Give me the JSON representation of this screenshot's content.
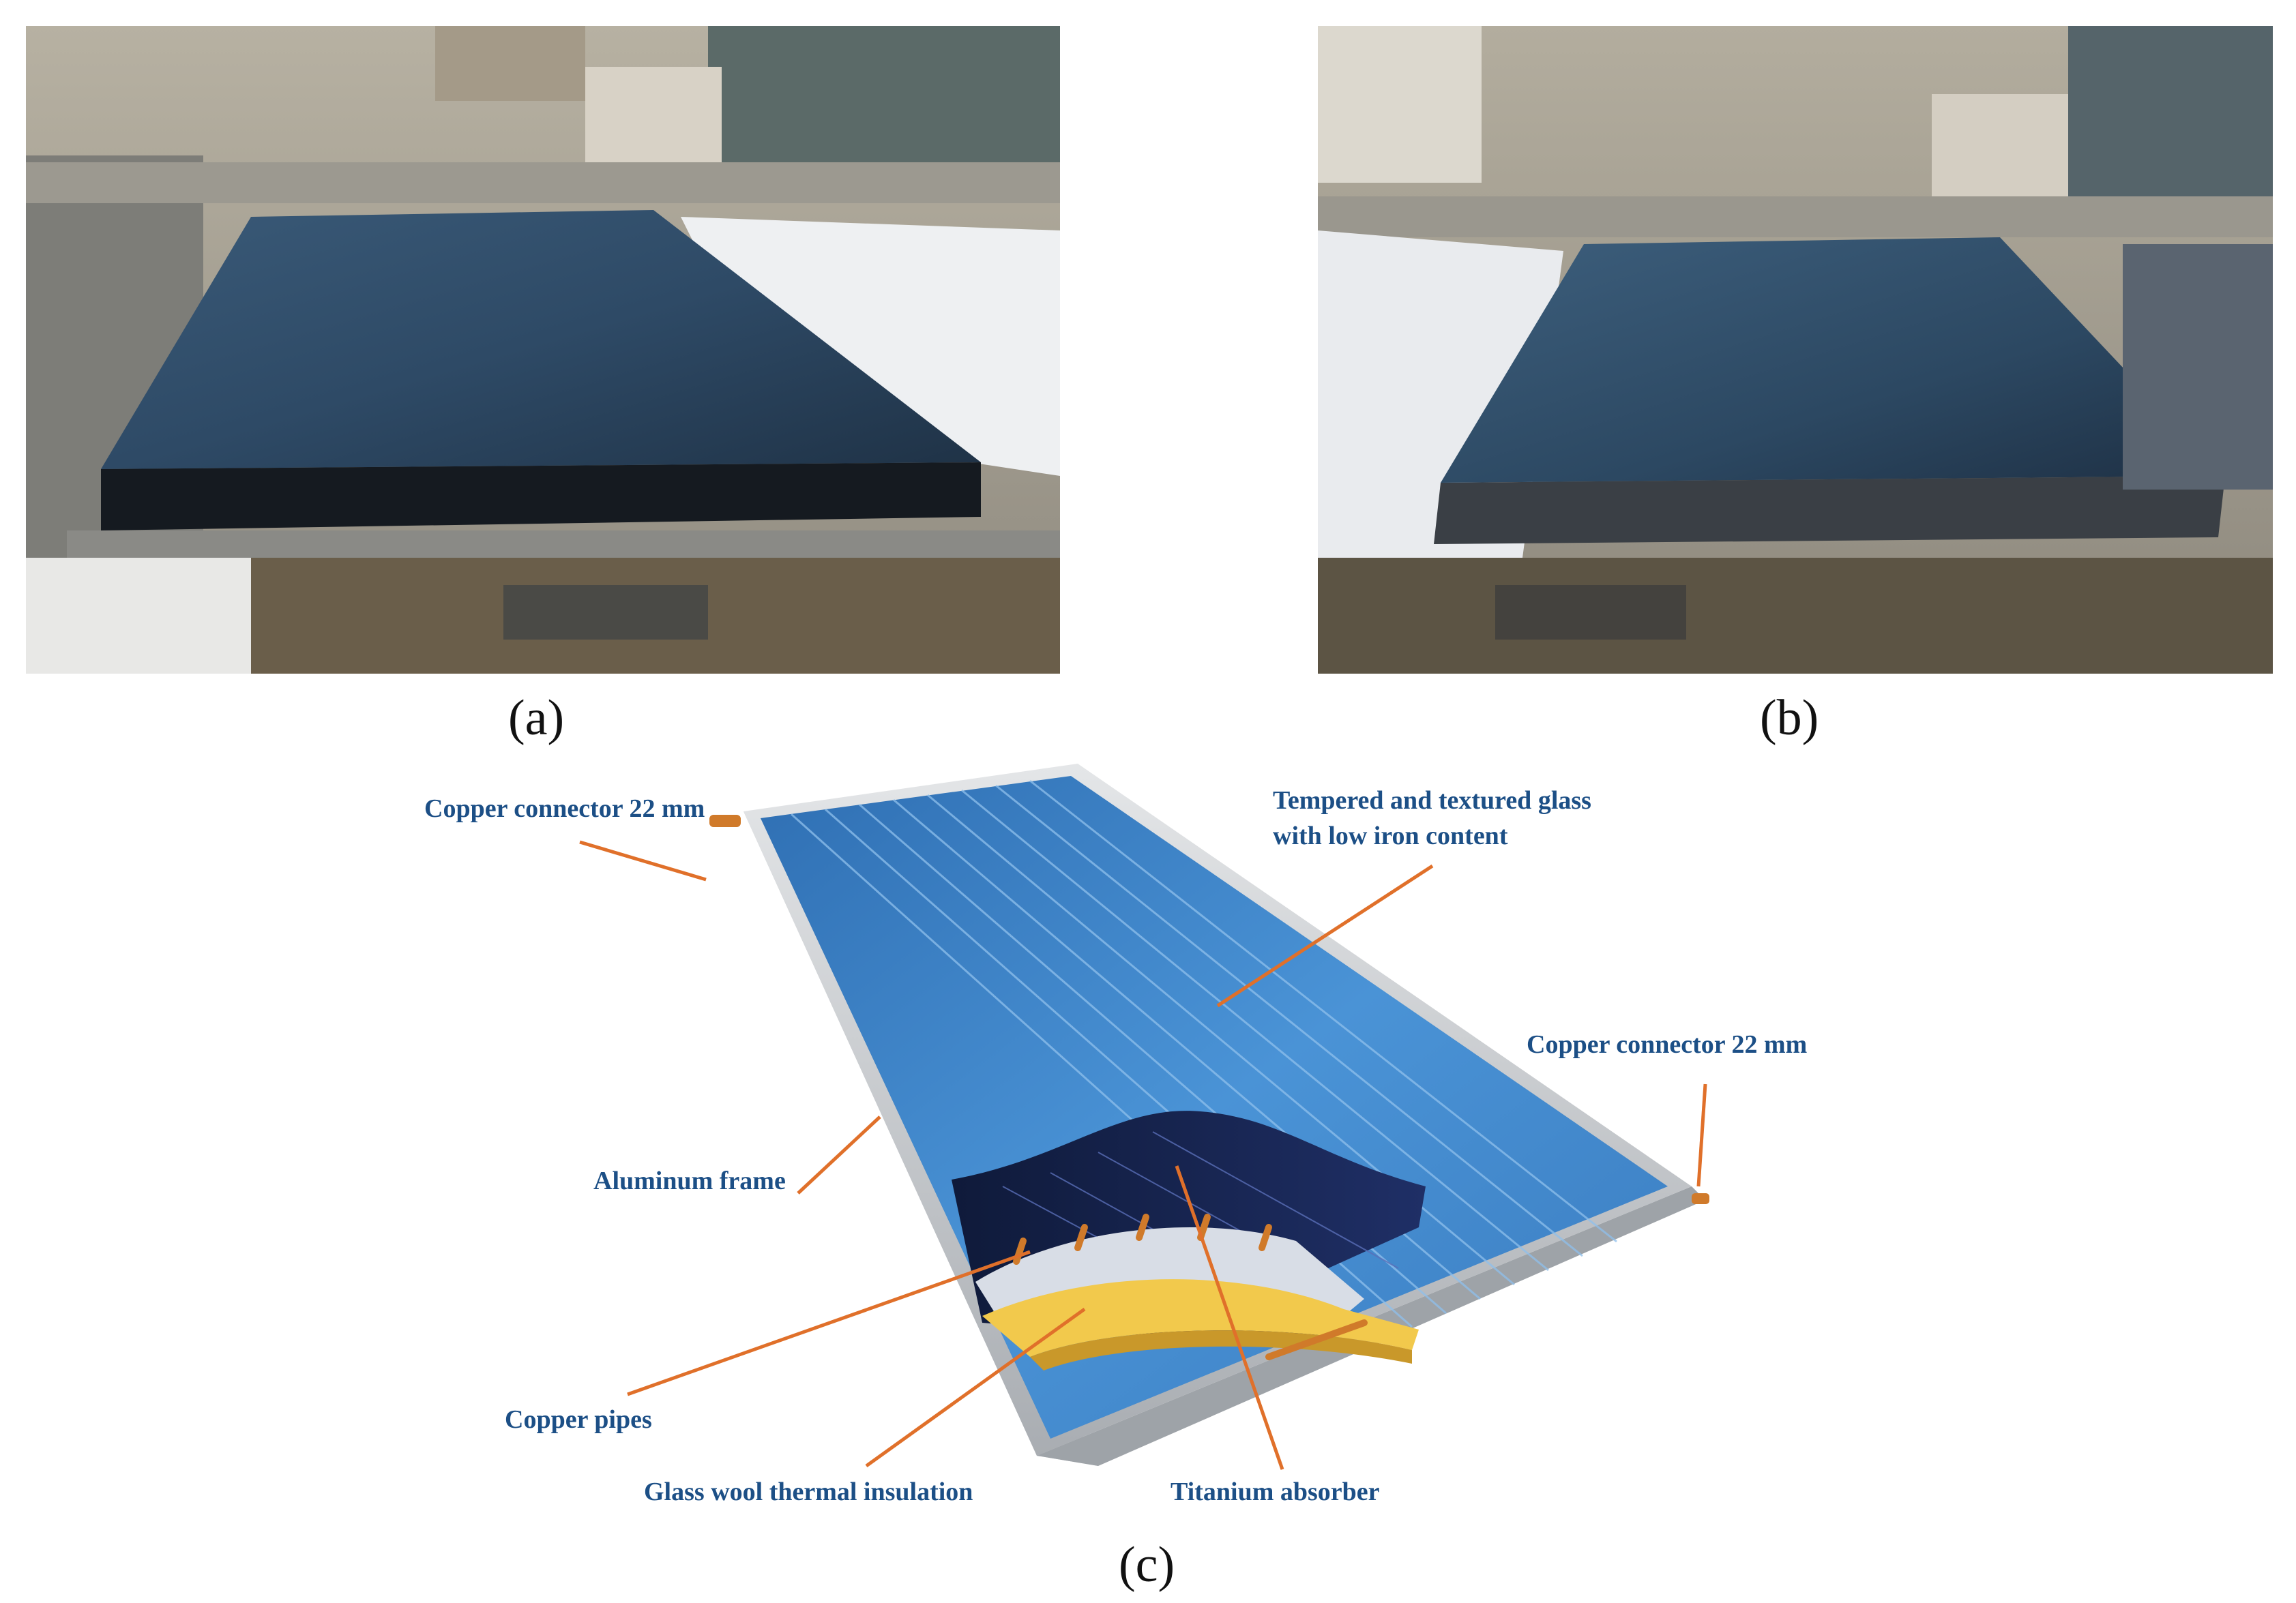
{
  "captions": {
    "a": "(a)",
    "b": "(b)",
    "c": "(c)"
  },
  "labels": {
    "copper_connector_left": "Copper connector 22 mm",
    "glass_line1": "Tempered and textured glass",
    "glass_line2": "with low iron content",
    "copper_connector_right": "Copper connector 22 mm",
    "aluminum_frame": "Aluminum  frame",
    "copper_pipes": "Copper pipes",
    "glass_wool": "Glass wool thermal insulation",
    "titanium_absorber": "Titanium absorber"
  },
  "colors": {
    "label_text": "#1c4f86",
    "leader_line": "#e0702a",
    "panel_blue": "#3f82c4",
    "insulation_yellow": "#f2c94c"
  }
}
